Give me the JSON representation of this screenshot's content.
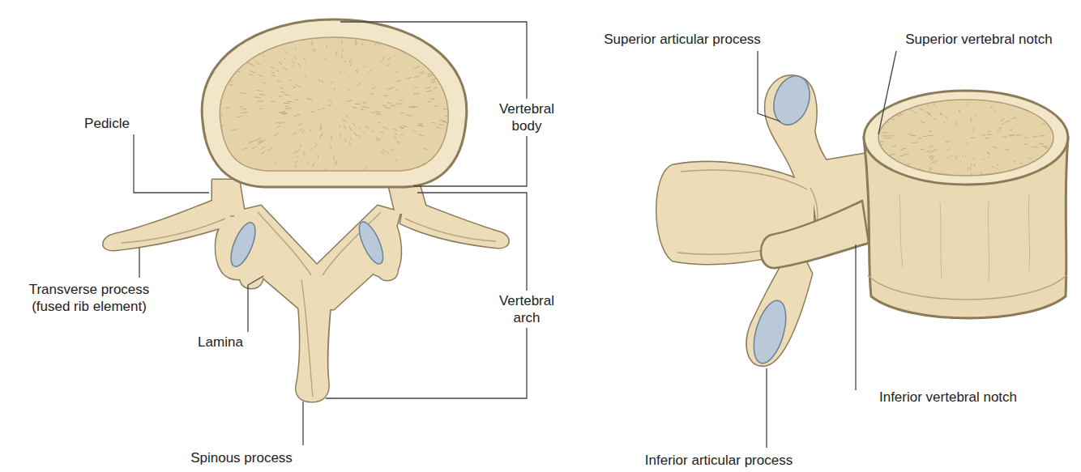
{
  "diagram": {
    "labels": [
      "Pedicle",
      "Transverse process (fused rib element)",
      "Lamina",
      "Spinous process",
      "Vertebral body",
      "Vertebral arch",
      "Superior articular process",
      "Superior vertebral notch",
      "Inferior vertebral notch",
      "Inferior articular process"
    ]
  }
}
